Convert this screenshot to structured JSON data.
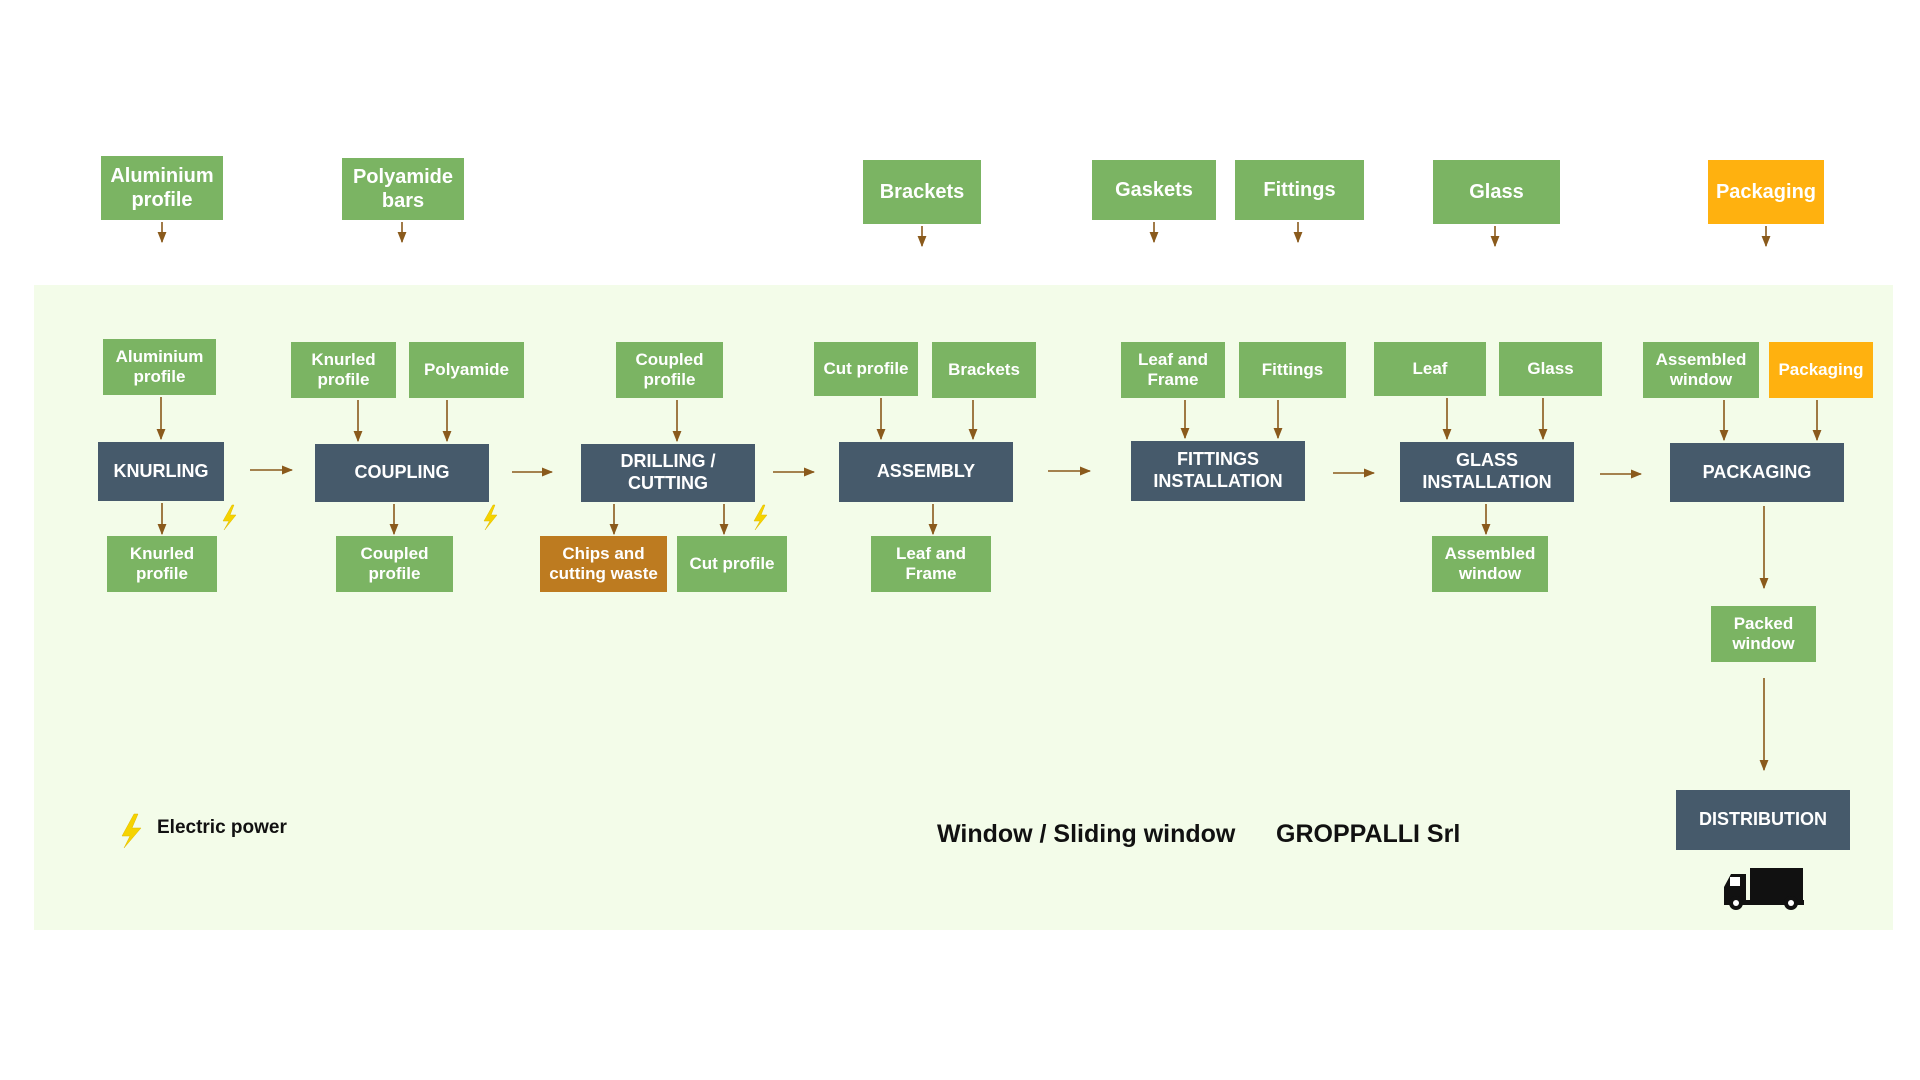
{
  "colors": {
    "material": "#7bb463",
    "packaging": "#ffb10f",
    "waste": "#bd7b20",
    "process": "#465a6b",
    "arrow": "#8a5a1c",
    "panel": "#f3fce9",
    "electric": "#f5d300"
  },
  "top_inputs": {
    "aluminium": "Aluminium profile",
    "polyamide": "Polyamide bars",
    "brackets": "Brackets",
    "gaskets": "Gaskets",
    "fittings": "Fittings",
    "glass": "Glass",
    "packaging": "Packaging"
  },
  "stages": {
    "knurling": {
      "name": "KNURLING",
      "input": "Aluminium profile",
      "output": "Knurled profile"
    },
    "coupling": {
      "name": "COUPLING",
      "inputs": [
        "Knurled profile",
        "Polyamide"
      ],
      "output": "Coupled profile"
    },
    "drilling": {
      "name": "DRILLING / CUTTING",
      "input": "Coupled profile",
      "outputs": [
        "Chips and cutting waste",
        "Cut profile"
      ]
    },
    "assembly": {
      "name": "ASSEMBLY",
      "inputs": [
        "Cut profile",
        "Brackets"
      ],
      "output": "Leaf and Frame"
    },
    "fittings": {
      "name": "FITTINGS INSTALLATION",
      "inputs": [
        "Leaf and Frame",
        "Fittings"
      ]
    },
    "glass": {
      "name": "GLASS INSTALLATION",
      "inputs": [
        "Leaf",
        "Glass"
      ],
      "output": "Assembled window"
    },
    "packaging": {
      "name": "PACKAGING",
      "inputs": [
        "Assembled window",
        "Packaging"
      ],
      "output": "Packed window"
    },
    "distribution": {
      "name": "DISTRIBUTION"
    }
  },
  "legend": {
    "electric_power": "Electric power"
  },
  "footer": {
    "product": "Window / Sliding window",
    "company": "GROPPALLI Srl"
  },
  "icons": {
    "electric": "lightning-bolt-icon",
    "truck": "truck-icon"
  }
}
